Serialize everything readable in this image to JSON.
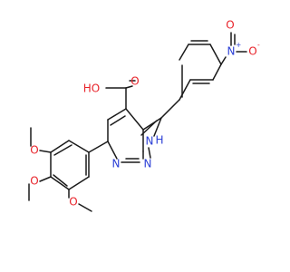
{
  "structure": {
    "atom_labels": {
      "carboxyl_o_double": "O",
      "carboxyl_oh": "HO",
      "nitro_n": "N",
      "nitro_n_charge": "+",
      "nitro_o_top": "O",
      "nitro_o_right": "O",
      "nitro_o_charge": "-",
      "pyrazole_nh": "N",
      "pyrazole_nh_h": "H",
      "pyrazole_n": "N",
      "pyridine_n": "N",
      "methoxy_o_upper": "O",
      "methoxy_o_middle": "O",
      "methoxy_o_lower": "O"
    },
    "colors": {
      "bond": "#1a1a1a",
      "oxygen": "#e8232a",
      "nitrogen": "#2b3fd6"
    }
  }
}
